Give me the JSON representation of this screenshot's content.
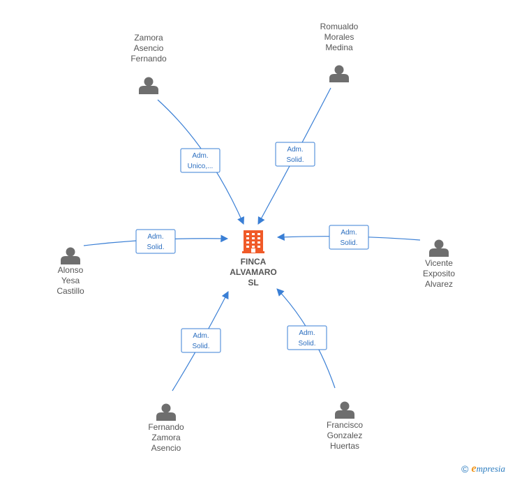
{
  "company": {
    "name_lines": [
      "FINCA",
      "ALVAMARO",
      "SL"
    ],
    "icon": "building-icon",
    "color": "#f05a28"
  },
  "persons": [
    {
      "id": "zamora-asencio-fernando",
      "name_lines": [
        "Zamora",
        "Asencio",
        "Fernando"
      ],
      "role_lines": [
        "Adm.",
        "Unico,..."
      ],
      "icon": "person-icon"
    },
    {
      "id": "romualdo-morales-medina",
      "name_lines": [
        "Romualdo",
        "Morales",
        "Medina"
      ],
      "role_lines": [
        "Adm.",
        "Solid."
      ],
      "icon": "person-icon"
    },
    {
      "id": "alonso-yesa-castillo",
      "name_lines": [
        "Alonso",
        "Yesa",
        "Castillo"
      ],
      "role_lines": [
        "Adm.",
        "Solid."
      ],
      "icon": "person-icon"
    },
    {
      "id": "vicente-exposito-alvarez",
      "name_lines": [
        "Vicente",
        "Exposito",
        "Alvarez"
      ],
      "role_lines": [
        "Adm.",
        "Solid."
      ],
      "icon": "person-icon"
    },
    {
      "id": "fernando-zamora-asencio",
      "name_lines": [
        "Fernando",
        "Zamora",
        "Asencio"
      ],
      "role_lines": [
        "Adm.",
        "Solid."
      ],
      "icon": "person-icon"
    },
    {
      "id": "francisco-gonzalez-huertas",
      "name_lines": [
        "Francisco",
        "Gonzalez",
        "Huertas"
      ],
      "role_lines": [
        "Adm.",
        "Solid."
      ],
      "icon": "person-icon"
    }
  ],
  "colors": {
    "edge": "#3a7fd5",
    "person_icon": "#6e6e6e",
    "label_border": "#3a7fd5",
    "label_text": "#2a6dbf"
  },
  "footer": {
    "copyright_symbol": "©",
    "brand_initial": "e",
    "brand_rest": "mpresia"
  }
}
